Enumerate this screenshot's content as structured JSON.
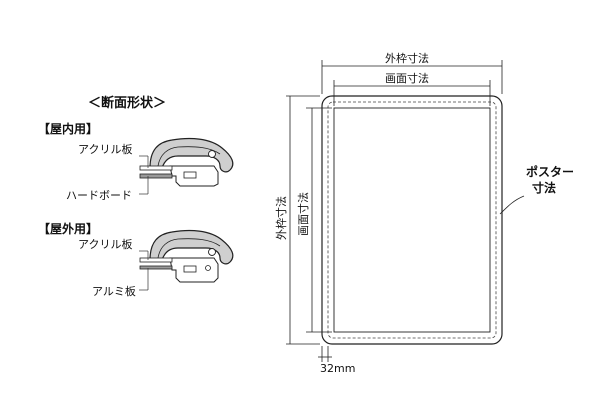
{
  "cross_section": {
    "title": "＜断面形状＞",
    "indoor": {
      "heading": "【屋内用】",
      "label_top": "アクリル板",
      "label_bottom": "ハードボード"
    },
    "outdoor": {
      "heading": "【屋外用】",
      "label_top": "アクリル板",
      "label_bottom": "アルミ板"
    }
  },
  "frame": {
    "outer_width_label": "外枠寸法",
    "screen_width_label": "画面寸法",
    "outer_height_label": "外枠寸法",
    "screen_height_label": "画面寸法",
    "poster_label_1": "ポスター",
    "poster_label_2": "寸法",
    "frame_width_value": "32mm"
  }
}
